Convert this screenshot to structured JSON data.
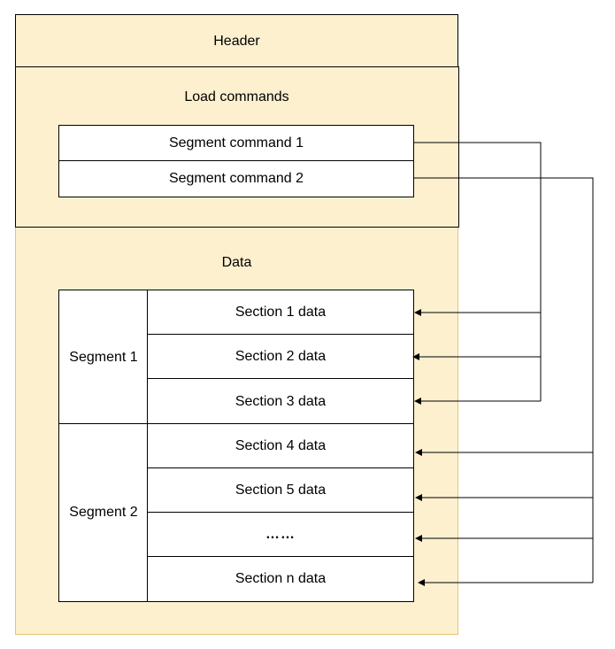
{
  "header": {
    "label": "Header"
  },
  "load_commands": {
    "title": "Load commands",
    "commands": [
      "Segment command 1",
      "Segment command 2"
    ]
  },
  "data": {
    "title": "Data",
    "segments": [
      {
        "label": "Segment 1",
        "sections": [
          "Section 1 data",
          "Section 2 data",
          "Section 3 data"
        ]
      },
      {
        "label": "Segment 2",
        "sections": [
          "Section 4 data",
          "Section 5 data",
          "……",
          "Section n data"
        ]
      }
    ]
  },
  "colors": {
    "background_fill": "#fdf0cf",
    "outline": "#000000",
    "outer_border": "#e2c57a"
  }
}
